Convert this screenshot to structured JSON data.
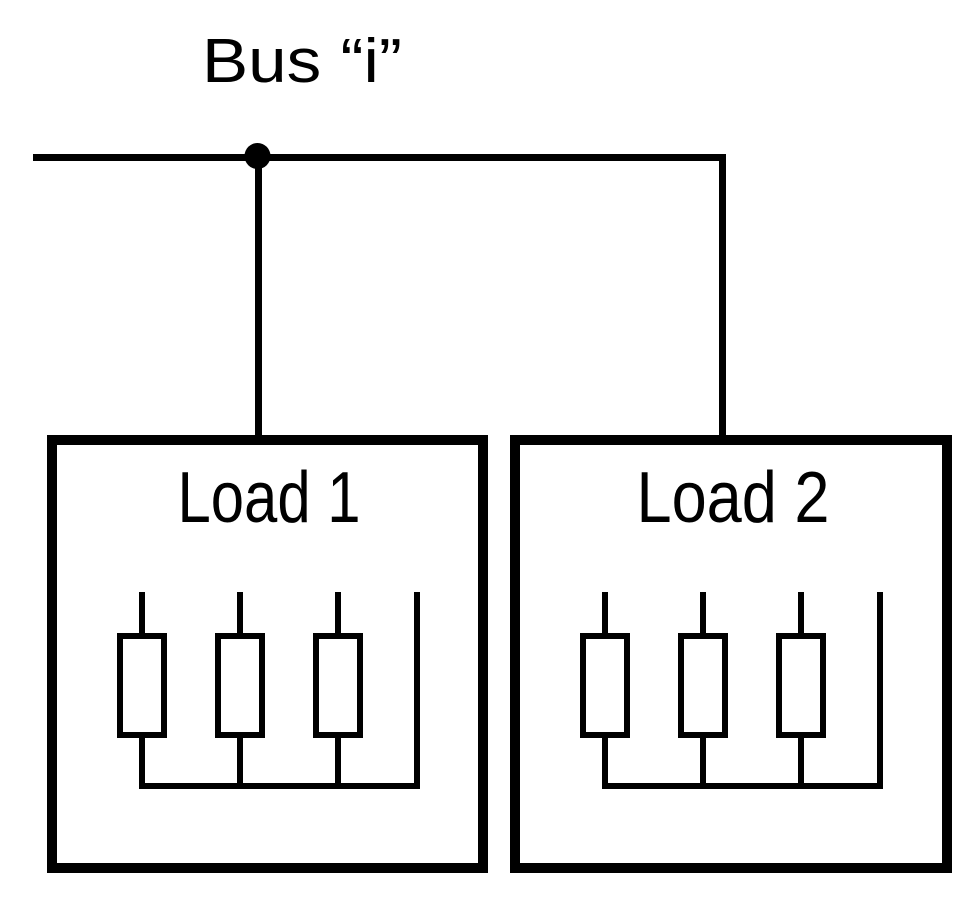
{
  "diagram": {
    "title": "Bus “i”",
    "loads": [
      {
        "label": "Load 1",
        "branch_count": 3
      },
      {
        "label": "Load 2",
        "branch_count": 3
      }
    ],
    "colors": {
      "line": "#000000",
      "text": "#000000",
      "background": "#ffffff"
    }
  }
}
